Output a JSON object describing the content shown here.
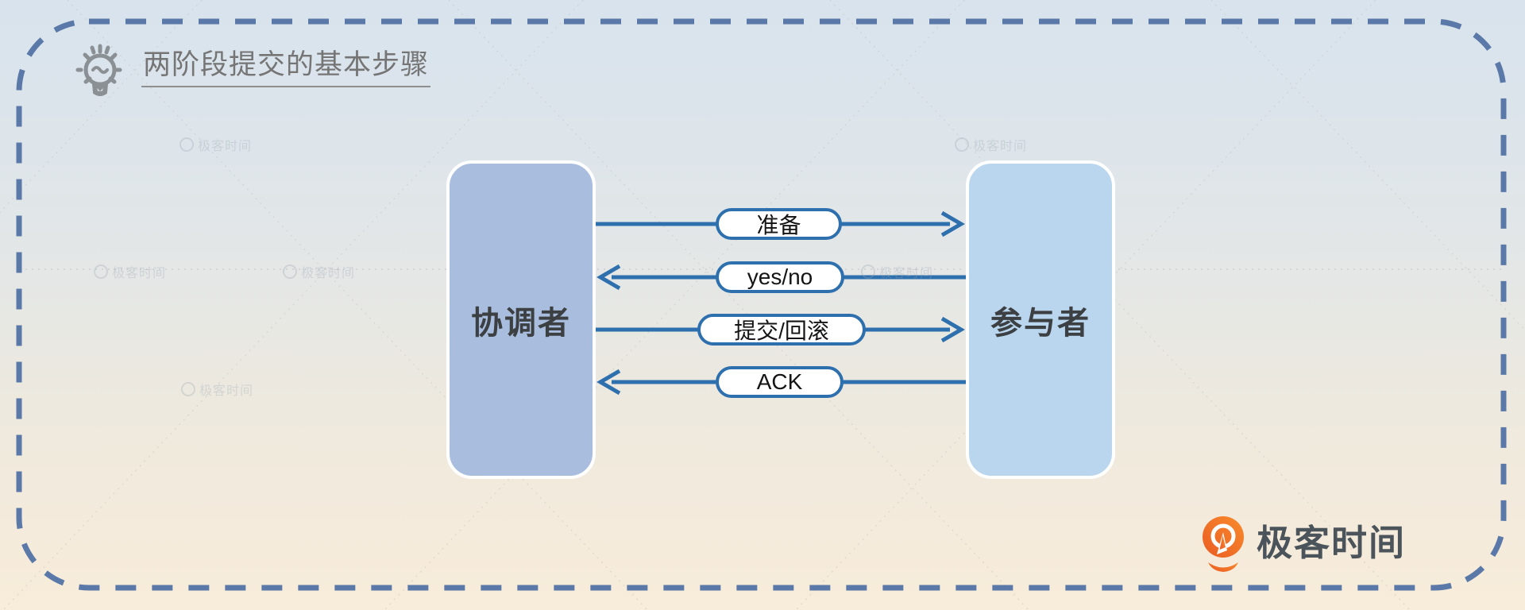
{
  "title": {
    "text": "两阶段提交的基本步骤",
    "icon": "lightbulb"
  },
  "actors": {
    "coordinator": {
      "label": "协调者"
    },
    "participant": {
      "label": "参与者"
    }
  },
  "messages": [
    {
      "label": "准备",
      "from": "coordinator",
      "to": "participant",
      "direction": "right"
    },
    {
      "label": "yes/no",
      "from": "participant",
      "to": "coordinator",
      "direction": "left"
    },
    {
      "label": "提交/回滚",
      "from": "coordinator",
      "to": "participant",
      "direction": "right"
    },
    {
      "label": "ACK",
      "from": "participant",
      "to": "coordinator",
      "direction": "left"
    }
  ],
  "watermark": {
    "text": "极客时间"
  },
  "logo": {
    "text": "极客时间"
  },
  "colors": {
    "bg-top": "#d8e3ed",
    "bg-bottom": "#f8ecda",
    "dash": "#5b79a8",
    "arrow": "#2e6fae",
    "pill-bg": "#ffffff",
    "coordinator": "#a9bede",
    "participant": "#b9d6ee",
    "box-text": "#3c4043",
    "title": "#757575",
    "logo-orange": "#f07023",
    "logo-text": "#4b545a",
    "wm": "#9aa5b0"
  }
}
